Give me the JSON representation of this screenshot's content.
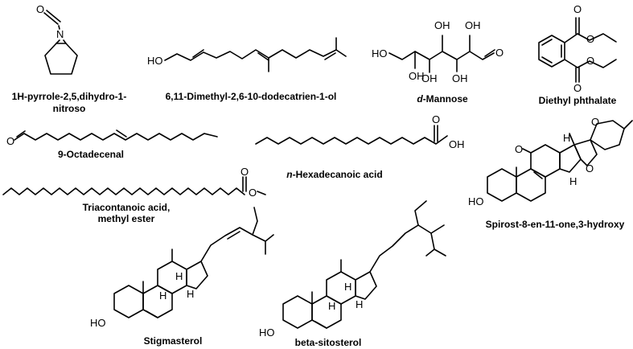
{
  "compounds": [
    {
      "id": "nitrosopyrrolidine",
      "name_lines": [
        "1H-pyrrole-2,5,dihydro-1-",
        "nitroso"
      ]
    },
    {
      "id": "farnesol",
      "name_lines": [
        "6,11-Dimethyl-2,6-10-dodecatrien-1-ol"
      ]
    },
    {
      "id": "mannose",
      "name_prefix": "d",
      "name_rest": "-Mannose"
    },
    {
      "id": "diethyl-phthalate",
      "name_lines": [
        "Diethyl phthalate"
      ]
    },
    {
      "id": "octadecenal",
      "name_lines": [
        "9-Octadecenal"
      ]
    },
    {
      "id": "hexadecanoic",
      "name_prefix": "n",
      "name_rest": "-Hexadecanoic acid"
    },
    {
      "id": "triacontanoic",
      "name_lines": [
        "Triacontanoic acid,",
        "methyl ester"
      ]
    },
    {
      "id": "spirostenone",
      "name_lines": [
        "Spirost-8-en-11-one,3-hydroxy"
      ]
    },
    {
      "id": "stigmasterol",
      "name_lines": [
        "Stigmasterol"
      ]
    },
    {
      "id": "sitosterol",
      "name_lines": [
        "beta-sitosterol"
      ]
    }
  ],
  "atoms": {
    "O": "O",
    "N": "N",
    "OH": "OH",
    "HO": "HO",
    "H": "H"
  }
}
